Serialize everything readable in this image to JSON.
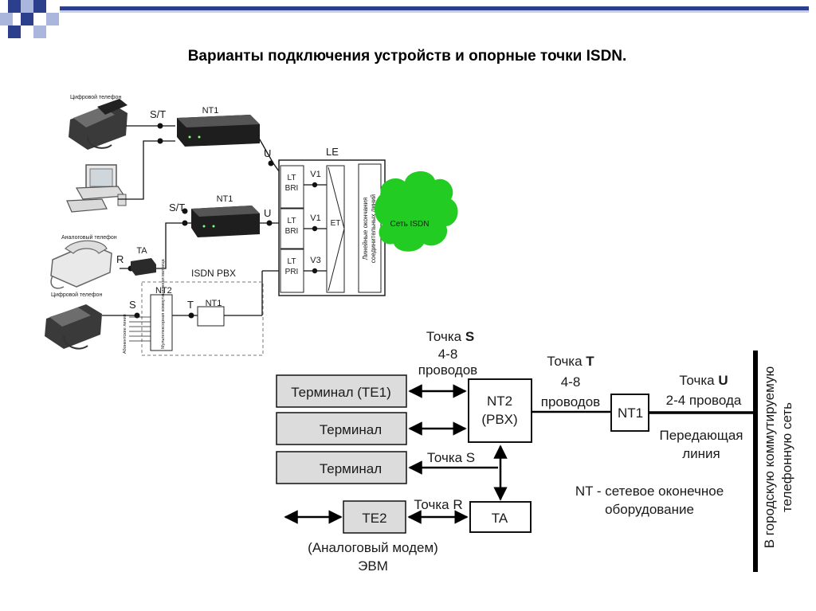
{
  "title": "Варианты подключения устройств и опорные точки ISDN.",
  "colors": {
    "accent_blue": "#2b3f8c",
    "accent_light": "#aab6dc",
    "cloud": "#22cc22",
    "gray_box": "#dcdcdc"
  },
  "top_diagram": {
    "device_labels": {
      "digital_phone_1": "Цифровой телефон",
      "analog_phone": "Аналоговый телефон",
      "digital_phone_2": "Цифровой телефон"
    },
    "points": {
      "st_1": "S/T",
      "u_1": "U",
      "st_2": "S/T",
      "u_2": "U",
      "r": "R",
      "s": "S",
      "t": "T"
    },
    "nt1_top": "NT1",
    "nt1_mid": "NT1",
    "ta": "TA",
    "isdn_pbx": "ISDN PBX",
    "nt2": "NT2",
    "nt2_matrix": "Мультилексорная коммутационная матрица",
    "subscriber_lines": "Абонентские линии",
    "nt1_small": "NT1",
    "le": "LE",
    "lt_bri_1": [
      "LT",
      "BRI"
    ],
    "lt_bri_2": [
      "LT",
      "BRI"
    ],
    "lt_pri": [
      "LT",
      "PRI"
    ],
    "v1_a": "V1",
    "v1_b": "V1",
    "v3": "V3",
    "et": "ET",
    "line_termination": [
      "Линейные окончания",
      "соединительных линий"
    ],
    "cloud": "Сеть ISDN"
  },
  "bottom_diagram": {
    "point_s_top": [
      "Точка ",
      "S"
    ],
    "wires_s": [
      "4-8",
      "проводов"
    ],
    "point_t": [
      "Точка ",
      "T"
    ],
    "wires_t": [
      "4-8",
      "проводов"
    ],
    "point_u": [
      "Точка ",
      "U"
    ],
    "wires_u": "2-4 провода",
    "terminal_te1": "Терминал (TE1)",
    "terminal_2": "Терминал",
    "terminal_3": "Терминал",
    "nt2_pbx": [
      "NT2",
      "(PBX)"
    ],
    "nt1": "NT1",
    "transmission_line": [
      "Передающая",
      "линия"
    ],
    "point_s_mid": "Точка S",
    "nt_note": [
      "NT - сетевое оконечное",
      "оборудование"
    ],
    "te2": "TE2",
    "point_r": "Точка R",
    "ta": "TA",
    "modem": [
      "(Аналоговый модем)",
      "ЭВМ"
    ],
    "city_network": [
      "В городскую коммутируемую",
      "телефонную сеть"
    ]
  }
}
